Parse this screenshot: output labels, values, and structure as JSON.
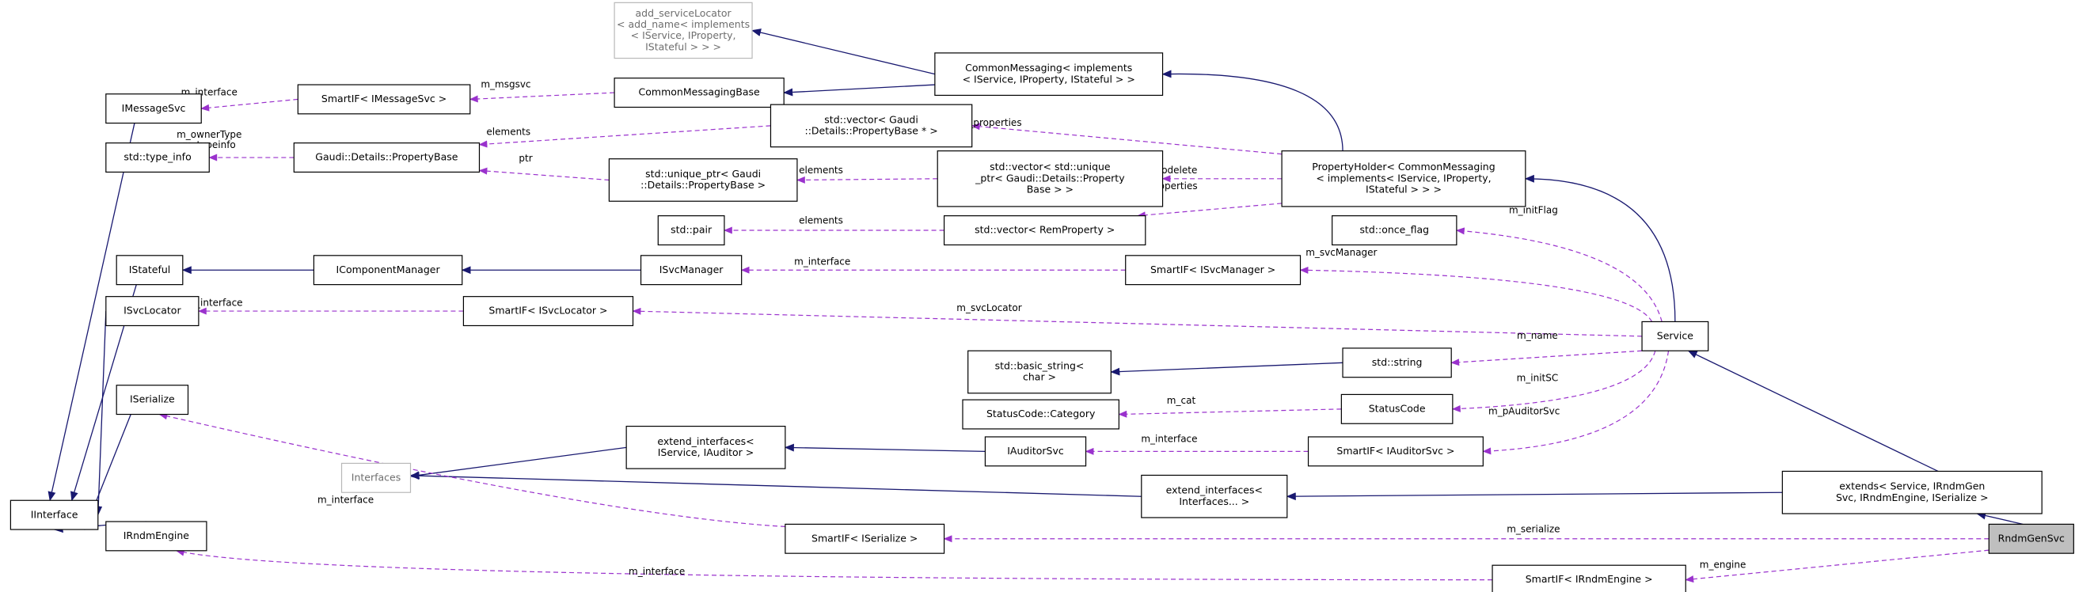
{
  "nodes": [
    {
      "id": "IInterface",
      "lines": [
        "IInterface"
      ]
    },
    {
      "id": "IMessageSvc",
      "lines": [
        "IMessageSvc"
      ]
    },
    {
      "id": "type_info",
      "lines": [
        "std::type_info"
      ]
    },
    {
      "id": "IStateful",
      "lines": [
        "IStateful"
      ]
    },
    {
      "id": "ISvcLocator",
      "lines": [
        "ISvcLocator"
      ]
    },
    {
      "id": "ISerialize",
      "lines": [
        "ISerialize"
      ]
    },
    {
      "id": "Interfaces",
      "lines": [
        "Interfaces"
      ]
    },
    {
      "id": "IRndmEngine",
      "lines": [
        "IRndmEngine"
      ]
    },
    {
      "id": "SmartIF_IMessageSvc",
      "lines": [
        "SmartIF< IMessageSvc >"
      ]
    },
    {
      "id": "PropertyBase",
      "lines": [
        "Gaudi::Details::PropertyBase"
      ]
    },
    {
      "id": "IComponentManager",
      "lines": [
        "IComponentManager"
      ]
    },
    {
      "id": "SmartIF_ISvcLocator",
      "lines": [
        "SmartIF< ISvcLocator >"
      ]
    },
    {
      "id": "add_serviceLocator",
      "lines": [
        "add_serviceLocator",
        "< add_name< implements",
        "< IService, IProperty,",
        "IStateful > > >"
      ]
    },
    {
      "id": "CommonMessagingBase",
      "lines": [
        "CommonMessagingBase"
      ]
    },
    {
      "id": "vector_PropertyBase",
      "lines": [
        "std::vector< Gaudi",
        "::Details::PropertyBase * >"
      ]
    },
    {
      "id": "unique_ptr_PropertyBase",
      "lines": [
        "std::unique_ptr< Gaudi",
        "::Details::PropertyBase >"
      ]
    },
    {
      "id": "pair",
      "lines": [
        "std::pair"
      ]
    },
    {
      "id": "ISvcManager",
      "lines": [
        "ISvcManager"
      ]
    },
    {
      "id": "extend_interfaces_IAuditor",
      "lines": [
        "extend_interfaces<",
        "IService, IAuditor >"
      ]
    },
    {
      "id": "basic_string",
      "lines": [
        "std::basic_string<",
        "char >"
      ]
    },
    {
      "id": "StatusCode_Category",
      "lines": [
        "StatusCode::Category"
      ]
    },
    {
      "id": "SmartIF_ISerialize",
      "lines": [
        "SmartIF< ISerialize >"
      ]
    },
    {
      "id": "CommonMessaging",
      "lines": [
        "CommonMessaging< implements",
        "< IService, IProperty, IStateful > >"
      ]
    },
    {
      "id": "vector_unique_ptr",
      "lines": [
        "std::vector< std::unique",
        "_ptr< Gaudi::Details::Property",
        "Base > >"
      ]
    },
    {
      "id": "vector_RemProperty",
      "lines": [
        "std::vector< RemProperty >"
      ]
    },
    {
      "id": "IAuditorSvc",
      "lines": [
        "IAuditorSvc"
      ]
    },
    {
      "id": "SmartIF_ISvcManager",
      "lines": [
        "SmartIF< ISvcManager >"
      ]
    },
    {
      "id": "string",
      "lines": [
        "std::string"
      ]
    },
    {
      "id": "StatusCode",
      "lines": [
        "StatusCode"
      ]
    },
    {
      "id": "SmartIF_IAuditorSvc",
      "lines": [
        "SmartIF< IAuditorSvc >"
      ]
    },
    {
      "id": "extend_interfaces_Interfaces",
      "lines": [
        "extend_interfaces<",
        "Interfaces... >"
      ]
    },
    {
      "id": "SmartIF_IRndmEngine",
      "lines": [
        "SmartIF< IRndmEngine >"
      ]
    },
    {
      "id": "PropertyHolder",
      "lines": [
        "PropertyHolder< CommonMessaging",
        "< implements< IService, IProperty,",
        "IStateful > > >"
      ]
    },
    {
      "id": "once_flag",
      "lines": [
        "std::once_flag"
      ]
    },
    {
      "id": "Service",
      "lines": [
        "Service"
      ]
    },
    {
      "id": "extends",
      "lines": [
        "extends< Service, IRndmGen",
        "Svc, IRndmEngine, ISerialize >"
      ]
    },
    {
      "id": "RndmGenSvc",
      "lines": [
        "RndmGenSvc"
      ]
    }
  ],
  "edges": [
    {
      "from": "IMessageSvc",
      "to": "IInterface",
      "kind": "inherit"
    },
    {
      "from": "IStateful",
      "to": "IInterface",
      "kind": "inherit"
    },
    {
      "from": "ISvcLocator",
      "to": "IInterface",
      "kind": "inherit"
    },
    {
      "from": "ISerialize",
      "to": "IInterface",
      "kind": "inherit"
    },
    {
      "from": "IRndmEngine",
      "to": "IInterface",
      "kind": "inherit"
    },
    {
      "from": "IComponentManager",
      "to": "IStateful",
      "kind": "inherit"
    },
    {
      "from": "ISvcManager",
      "to": "IComponentManager",
      "kind": "inherit"
    },
    {
      "from": "CommonMessaging",
      "to": "add_serviceLocator",
      "kind": "inherit"
    },
    {
      "from": "CommonMessaging",
      "to": "CommonMessagingBase",
      "kind": "inherit"
    },
    {
      "from": "PropertyHolder",
      "to": "CommonMessaging",
      "kind": "inherit"
    },
    {
      "from": "Service",
      "to": "PropertyHolder",
      "kind": "inherit"
    },
    {
      "from": "string",
      "to": "basic_string",
      "kind": "inherit"
    },
    {
      "from": "IAuditorSvc",
      "to": "extend_interfaces_IAuditor",
      "kind": "inherit"
    },
    {
      "from": "extend_interfaces_IAuditor",
      "to": "Interfaces",
      "kind": "inherit"
    },
    {
      "from": "extend_interfaces_Interfaces",
      "to": "Interfaces",
      "kind": "inherit"
    },
    {
      "from": "extends",
      "to": "extend_interfaces_Interfaces",
      "kind": "inherit"
    },
    {
      "from": "extends",
      "to": "Service",
      "kind": "inherit"
    },
    {
      "from": "RndmGenSvc",
      "to": "extends",
      "kind": "inherit"
    },
    {
      "from": "SmartIF_IMessageSvc",
      "to": "IMessageSvc",
      "kind": "use",
      "label": "m_interface"
    },
    {
      "from": "CommonMessagingBase",
      "to": "SmartIF_IMessageSvc",
      "kind": "use",
      "label": "m_msgsvc"
    },
    {
      "from": "PropertyBase",
      "to": "type_info",
      "kind": "use",
      "label": "m_ownerType\nm_typeinfo"
    },
    {
      "from": "vector_PropertyBase",
      "to": "PropertyBase",
      "kind": "use",
      "label": "elements"
    },
    {
      "from": "unique_ptr_PropertyBase",
      "to": "PropertyBase",
      "kind": "use",
      "label": "ptr"
    },
    {
      "from": "PropertyHolder",
      "to": "vector_PropertyBase",
      "kind": "use",
      "label": "m_properties"
    },
    {
      "from": "vector_unique_ptr",
      "to": "unique_ptr_PropertyBase",
      "kind": "use",
      "label": "elements"
    },
    {
      "from": "PropertyHolder",
      "to": "vector_unique_ptr",
      "kind": "use",
      "label": "m_todelete"
    },
    {
      "from": "vector_RemProperty",
      "to": "pair",
      "kind": "use",
      "label": "elements"
    },
    {
      "from": "PropertyHolder",
      "to": "vector_RemProperty",
      "kind": "use",
      "label": "m_remoteProperties"
    },
    {
      "from": "Service",
      "to": "once_flag",
      "kind": "use",
      "label": "m_initFlag"
    },
    {
      "from": "SmartIF_ISvcManager",
      "to": "ISvcManager",
      "kind": "use",
      "label": "m_interface"
    },
    {
      "from": "Service",
      "to": "SmartIF_ISvcManager",
      "kind": "use",
      "label": "m_svcManager"
    },
    {
      "from": "SmartIF_ISvcLocator",
      "to": "ISvcLocator",
      "kind": "use",
      "label": "m_interface"
    },
    {
      "from": "Service",
      "to": "SmartIF_ISvcLocator",
      "kind": "use",
      "label": "m_svcLocator"
    },
    {
      "from": "Service",
      "to": "string",
      "kind": "use",
      "label": "m_name"
    },
    {
      "from": "StatusCode",
      "to": "StatusCode_Category",
      "kind": "use",
      "label": "m_cat"
    },
    {
      "from": "Service",
      "to": "StatusCode",
      "kind": "use",
      "label": "m_initSC"
    },
    {
      "from": "SmartIF_IAuditorSvc",
      "to": "IAuditorSvc",
      "kind": "use",
      "label": "m_interface"
    },
    {
      "from": "Service",
      "to": "SmartIF_IAuditorSvc",
      "kind": "use",
      "label": "m_pAuditorSvc"
    },
    {
      "from": "SmartIF_ISerialize",
      "to": "ISerialize",
      "kind": "use",
      "label": "m_interface"
    },
    {
      "from": "RndmGenSvc",
      "to": "SmartIF_ISerialize",
      "kind": "use",
      "label": "m_serialize"
    },
    {
      "from": "SmartIF_IRndmEngine",
      "to": "IRndmEngine",
      "kind": "use",
      "label": "m_interface"
    },
    {
      "from": "RndmGenSvc",
      "to": "SmartIF_IRndmEngine",
      "kind": "use",
      "label": "m_engine"
    }
  ],
  "colors": {
    "inheritance_edge": "#191970",
    "usage_edge": "#9a32cd",
    "focus_fill": "#bfbfbf"
  }
}
